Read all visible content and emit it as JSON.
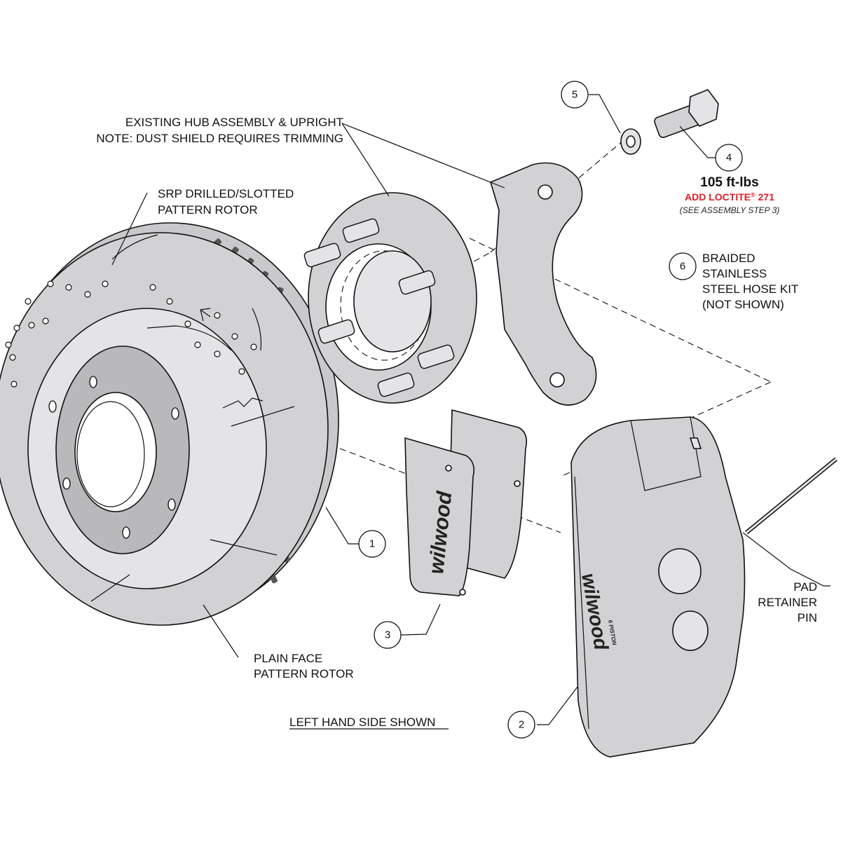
{
  "labels": {
    "hub_line1": "EXISTING HUB ASSEMBLY & UPRIGHT",
    "hub_line2": "NOTE: DUST SHIELD REQUIRES TRIMMING",
    "srp_line1": "SRP DRILLED/SLOTTED",
    "srp_line2": "PATTERN ROTOR",
    "plain_line1": "PLAIN FACE",
    "plain_line2": "PATTERN ROTOR",
    "hose_line1": "BRAIDED",
    "hose_line2": "STAINLESS",
    "hose_line3": "STEEL HOSE KIT",
    "hose_line4": "(NOT SHOWN)",
    "pin_line1": "PAD",
    "pin_line2": "RETAINER",
    "pin_line3": "PIN",
    "torque": "105 ft-lbs",
    "loctite_text": "ADD LOCTITE",
    "loctite_reg": "®",
    "loctite_num": " 271",
    "assembly_step": "(SEE ASSEMBLY STEP 3)",
    "side_shown": "LEFT HAND SIDE SHOWN"
  },
  "callouts": [
    "1",
    "2",
    "3",
    "4",
    "5",
    "6"
  ],
  "brand": {
    "pad_logo": "wilwood",
    "caliper_logo": "wilwood",
    "caliper_sub": "6 PISTON"
  },
  "colors": {
    "line": "#111111",
    "part_fill": "#d2d2d4",
    "part_light": "#e4e4e6",
    "part_dark": "#b9b9bc",
    "accent_red": "#e31e24"
  }
}
